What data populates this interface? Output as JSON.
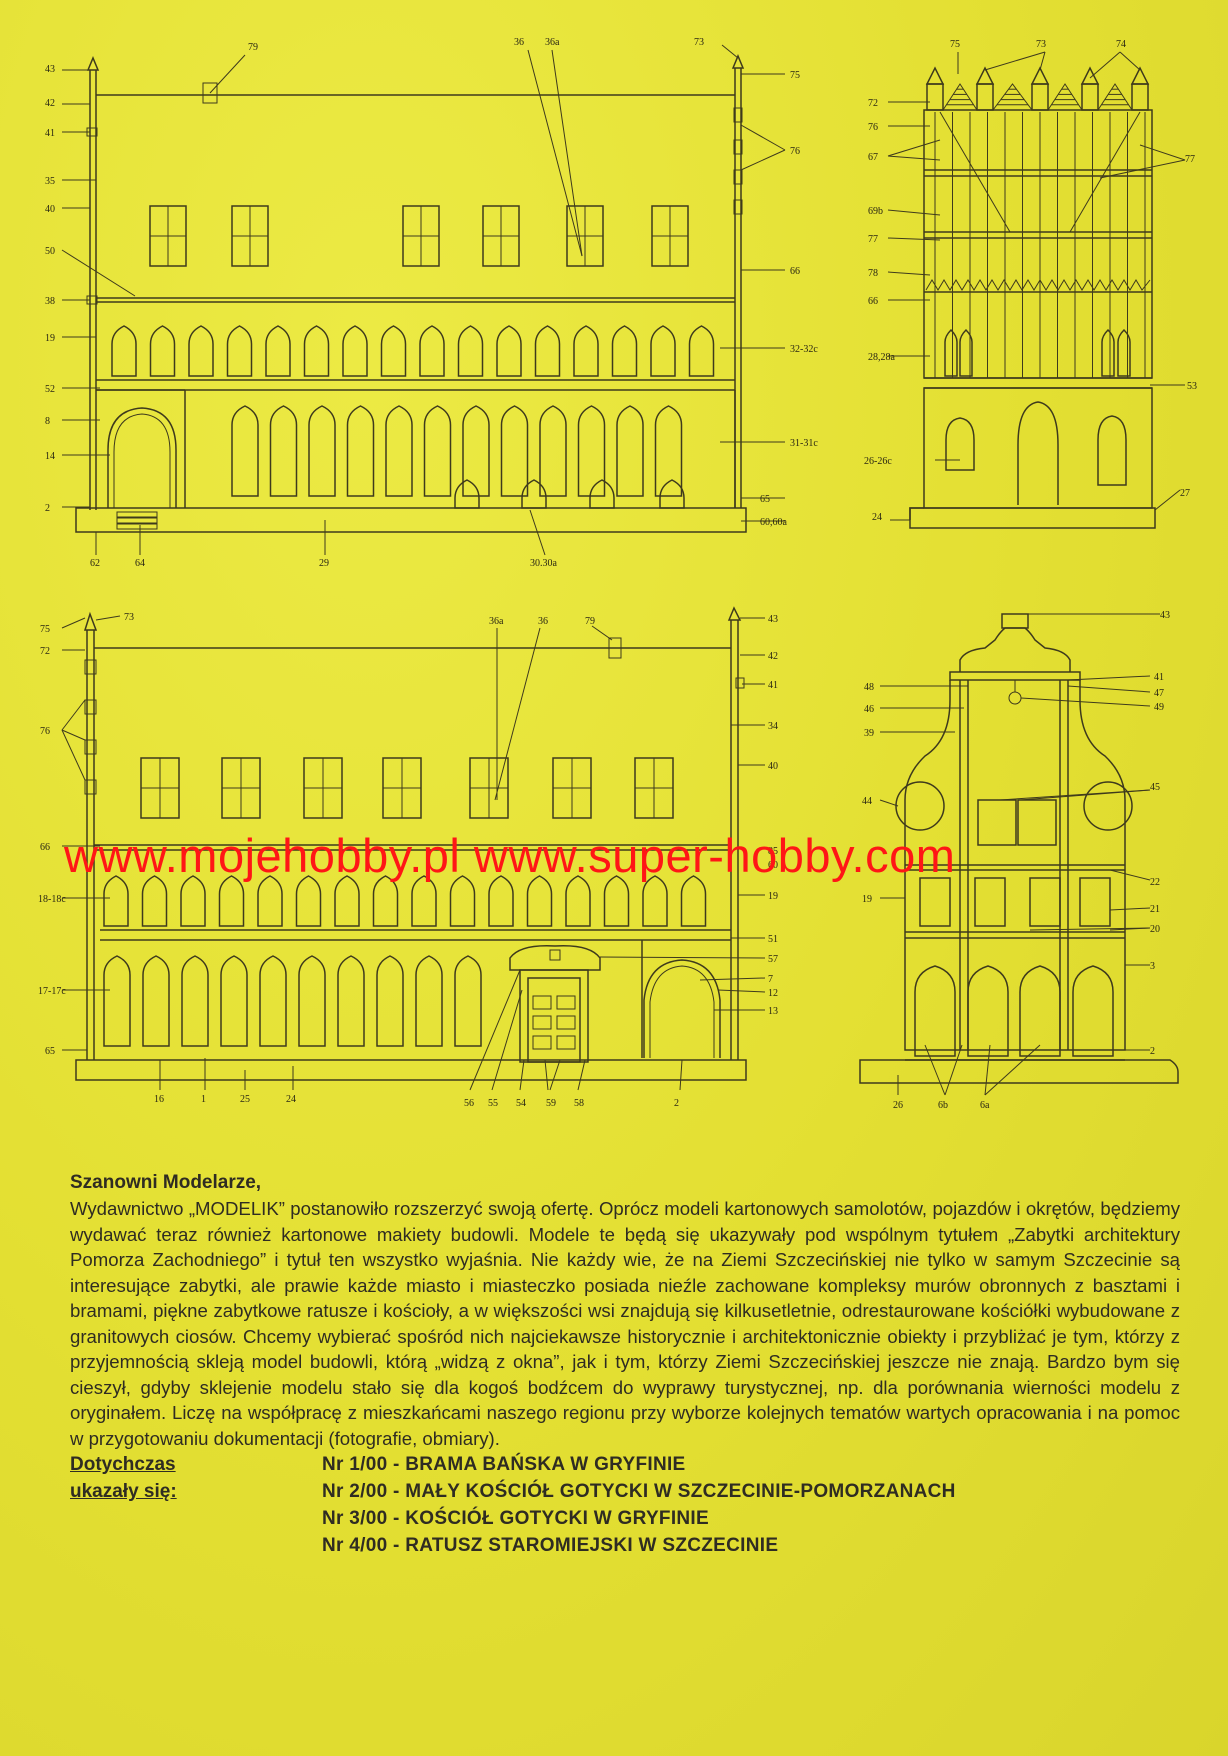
{
  "watermark": "www.mojehobby.pl www.super-hobby.com",
  "heading": "Szanowni Modelarze,",
  "intro": "Wydawnictwo „MODELIK” postanowiło rozszerzyć swoją ofertę. Oprócz modeli kartonowych samolotów, pojazdów i okrętów, będziemy wydawać teraz również kartonowe makiety budowli. Modele te będą się ukazywały pod wspólnym tytułem „Zabytki architektury Pomorza Zachodniego” i tytuł ten wszystko wyjaśnia. Nie każdy wie, że na Ziemi Szczecińskiej nie tylko w samym Szczecinie są interesujące zabytki, ale prawie każde miasto i miasteczko posiada nieźle zachowane kompleksy murów obronnych z basztami i bramami, piękne zabytkowe ratusze i kościoły, a w większości wsi znajdują się kilkusetletnie, odrestaurowane kościółki wybudowane z granitowych ciosów. Chcemy wybierać spośród nich najciekawsze historycznie i architektonicznie obiekty i przybliżać je tym, którzy z przyjemnością skleją model budowli, którą „widzą z okna”, jak i tym, którzy Ziemi Szczecińskiej jeszcze nie znają. Bardzo bym się cieszył, gdyby sklejenie modelu stało się dla kogoś bodźcem do wyprawy turystycznej, np. dla porównania wierności modelu z oryginałem. Liczę na współpracę z mieszkańcami naszego regionu przy wyborze kolejnych tematów wartych opracowania i na pomoc w przygotowaniu dokumentacji (fotografie, obmiary).",
  "released": {
    "label_line1": "Dotychczas",
    "label_line2": "ukazały się:",
    "items": [
      "Nr 1/00 - BRAMA BAŃSKA W GRYFINIE",
      "Nr 2/00 - MAŁY KOŚCIÓŁ GOTYCKI W SZCZECINIE-POMORZANACH",
      "Nr 3/00 - KOŚCIÓŁ GOTYCKI W GRYFINIE",
      "Nr 4/00 - RATUSZ STAROMIEJSKI W SZCZECINIE"
    ]
  },
  "labels": {
    "a": [
      "43",
      "42",
      "41",
      "35",
      "40",
      "50",
      "38",
      "19",
      "52",
      "8",
      "14",
      "2",
      "62",
      "64",
      "29",
      "30.30a",
      "79",
      "36",
      "36a",
      "73",
      "75",
      "76",
      "66",
      "32-32c",
      "31-31c",
      "65",
      "60,60a"
    ],
    "b": [
      "75",
      "73",
      "74",
      "72",
      "76",
      "67",
      "77",
      "69b",
      "77",
      "78",
      "66",
      "28,28a",
      "53",
      "26-26c",
      "24",
      "27"
    ],
    "c": [
      "75",
      "72",
      "73",
      "76",
      "66",
      "18-18c",
      "17-17c",
      "65",
      "16",
      "1",
      "25",
      "24",
      "36a",
      "36",
      "79",
      "43",
      "42",
      "41",
      "34",
      "40",
      "85",
      "60",
      "19",
      "51",
      "57",
      "7",
      "12",
      "13",
      "56",
      "55",
      "54",
      "59",
      "58",
      "2"
    ],
    "d": [
      "43",
      "48",
      "46",
      "39",
      "41",
      "47",
      "49",
      "44",
      "45",
      "22",
      "21",
      "20",
      "19",
      "3",
      "2",
      "26",
      "6b",
      "6a"
    ]
  }
}
